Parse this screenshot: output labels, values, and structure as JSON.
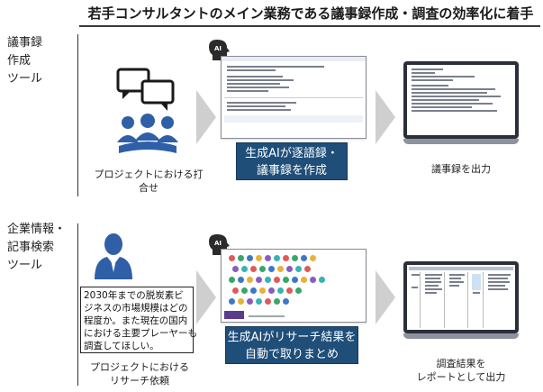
{
  "title": "若手コンサルタントのメイン業務である議事録作成・調査の効率化に着手",
  "rows": [
    {
      "label_lines": [
        "議事録",
        "作成",
        "ツール"
      ],
      "input_caption": "プロジェクトにおける打合せ",
      "ai_box_lines": [
        "生成AIが逐語録・",
        "議事録を作成"
      ],
      "output_caption_lines": [
        "議事録を出力"
      ]
    },
    {
      "label_lines": [
        "企業情報・",
        "記事検索",
        "ツール"
      ],
      "speech_lines": [
        "2030年までの脱炭素ビ",
        "ジネスの市場規模はどの",
        "程度か。また現在の国内",
        "における主要プレーヤーも",
        "調査してほしい。"
      ],
      "input_caption_lines": [
        "プロジェクトにおける",
        "リサーチ依頼"
      ],
      "ai_box_lines": [
        "生成AIがリサーチ結果を",
        "自動で取りまとめ"
      ],
      "output_caption_lines": [
        "調査結果を",
        "レポートとして出力"
      ]
    }
  ],
  "colors": {
    "ai_box": "#1f4e79",
    "icon_blue": "#2f5fa7",
    "chevron": "#cfcfcf"
  },
  "icons": [
    "speech-bubbles-icon",
    "meeting-people-icon",
    "ai-brain-icon",
    "person-icon",
    "laptop-icon"
  ]
}
